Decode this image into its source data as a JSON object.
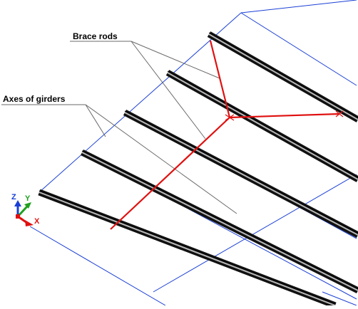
{
  "labels": {
    "brace_rods": "Brace rods",
    "axes_of_girders": "Axes of girders"
  },
  "triad": {
    "z": "Z",
    "y": "Y",
    "x": "X"
  },
  "colors": {
    "background": "#ffffff",
    "frame_lines": "#1a3fd6",
    "brace_rods": "#e01010",
    "girder_dark": "#111111",
    "girder_light": "#b8b8b8",
    "leader_lines": "#6a6a6a",
    "axis_z": "#1a3fd6",
    "axis_y": "#1fa01f",
    "axis_x": "#e01010"
  }
}
